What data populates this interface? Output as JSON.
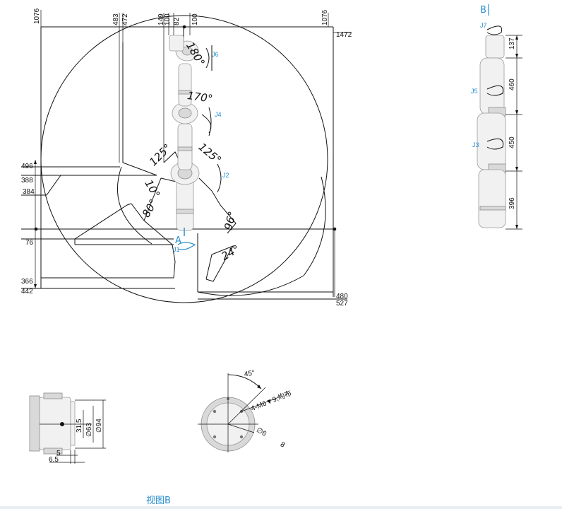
{
  "side_view": {
    "top_dims": [
      "1076",
      "483",
      "472",
      "149",
      "100",
      "82",
      "100",
      "1076"
    ],
    "right_top_dim": "1472",
    "left_dims": [
      "496",
      "388",
      "384",
      "76",
      "366",
      "442"
    ],
    "bottom_right_dims": [
      "480",
      "527"
    ],
    "angles": [
      "180°",
      "170°",
      "125°",
      "125°",
      "10°",
      "80°",
      "96°",
      "24°"
    ],
    "joints": [
      "J6",
      "J4",
      "J2",
      "J1"
    ],
    "view_marker": "A"
  },
  "front_view": {
    "marker": "B",
    "joints": [
      "J7",
      "J5",
      "J3"
    ],
    "dims": [
      "137",
      "460",
      "450",
      "396"
    ]
  },
  "flange_side": {
    "dims": [
      "31.5",
      "∅63",
      "∅94",
      "5",
      "6.5"
    ]
  },
  "flange_face": {
    "angle": "45°",
    "hole_note": "4-M6▼9,均布",
    "pin_note": "∅6",
    "pin_depth": "8"
  },
  "view_label": "视图B"
}
